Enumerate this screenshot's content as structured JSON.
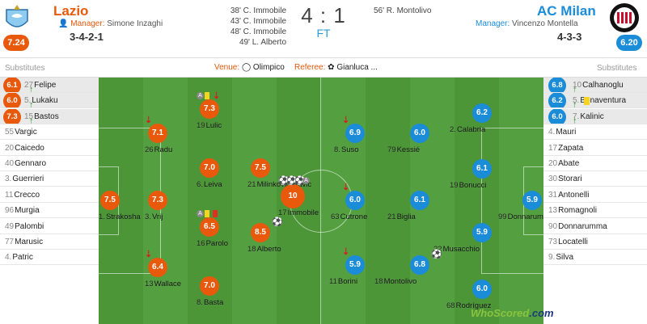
{
  "colors": {
    "home": "#e8590c",
    "away": "#1a8cd8",
    "motm": "#e8590c"
  },
  "home": {
    "name": "Lazio",
    "rating": "7.24",
    "manager_label": "Manager:",
    "manager": "Simone Inzaghi",
    "formation": "3-4-2-1",
    "crest_icon": "lazio-crest-icon",
    "events": [
      "38' C. Immobile",
      "43' C. Immobile",
      "48' C. Immobile",
      "49' L. Alberto"
    ]
  },
  "away": {
    "name": "AC Milan",
    "rating": "6.20",
    "manager_label": "Manager:",
    "manager": "Vincenzo Montella",
    "formation": "4-3-3",
    "crest_icon": "acmilan-crest-icon",
    "events": [
      "56' R. Montolivo"
    ]
  },
  "score": "4 : 1",
  "status": "FT",
  "info": {
    "venue_label": "Venue:",
    "venue": "Olimpico",
    "referee_label": "Referee:",
    "referee": "Gianluca ..."
  },
  "subs_header": "Substitutes",
  "home_subs": [
    {
      "num": "27",
      "name": "Felipe",
      "rating": "6.1",
      "icon": "sub-on-icon"
    },
    {
      "num": "5.",
      "name": "Lukaku",
      "rating": "6.0",
      "icon": "sub-on-icon"
    },
    {
      "num": "15",
      "name": "Bastos",
      "rating": "7.3",
      "icon": "sub-on-icon"
    },
    {
      "num": "55",
      "name": "Vargic"
    },
    {
      "num": "20",
      "name": "Caicedo"
    },
    {
      "num": "40",
      "name": "Gennaro"
    },
    {
      "num": "3.",
      "name": "Guerrieri"
    },
    {
      "num": "11",
      "name": "Crecco"
    },
    {
      "num": "96",
      "name": "Murgia"
    },
    {
      "num": "49",
      "name": "Palombi"
    },
    {
      "num": "77",
      "name": "Marusic"
    },
    {
      "num": "4.",
      "name": "Patric"
    }
  ],
  "away_subs": [
    {
      "num": "10",
      "name": "Calhanoglu",
      "rating": "6.8",
      "icon": "sub-on-icon"
    },
    {
      "num": "5.",
      "name": "Bonaventura",
      "rating": "6.2",
      "icon": "sub-on-icon",
      "card": "yellow"
    },
    {
      "num": "7.",
      "name": "Kalinic",
      "rating": "6.0",
      "icon": "sub-on-icon"
    },
    {
      "num": "4.",
      "name": "Mauri"
    },
    {
      "num": "17",
      "name": "Zapata"
    },
    {
      "num": "20",
      "name": "Abate"
    },
    {
      "num": "30",
      "name": "Storari"
    },
    {
      "num": "31",
      "name": "Antonelli"
    },
    {
      "num": "13",
      "name": "Romagnoli"
    },
    {
      "num": "90",
      "name": "Donnarumma"
    },
    {
      "num": "73",
      "name": "Locatelli"
    },
    {
      "num": "9.",
      "name": "Silva"
    }
  ],
  "home_players": [
    {
      "num": "1.",
      "name": "Strakosha",
      "rating": "7.5"
    },
    {
      "num": "26",
      "name": "Radu",
      "rating": "7.1",
      "icons": [
        "sub-off-icon"
      ]
    },
    {
      "num": "3.",
      "name": "Vrij",
      "rating": "7.3"
    },
    {
      "num": "13",
      "name": "Wallace",
      "rating": "6.4",
      "icons": [
        "sub-off-icon"
      ]
    },
    {
      "num": "19",
      "name": "Lulic",
      "rating": "7.3",
      "icons": [
        "assist-icon",
        "yellow-card-icon",
        "sub-off-icon"
      ]
    },
    {
      "num": "6.",
      "name": "Leiva",
      "rating": "7.0"
    },
    {
      "num": "16",
      "name": "Parolo",
      "rating": "6.5",
      "icons": [
        "assist-icon",
        "yellow-card-icon",
        "red-card-icon"
      ]
    },
    {
      "num": "8.",
      "name": "Basta",
      "rating": "7.0"
    },
    {
      "num": "21",
      "name": "Milinkovic-Savic",
      "rating": "7.5"
    },
    {
      "num": "18",
      "name": "Alberto",
      "rating": "8.5",
      "icons": [
        "goal-icon"
      ]
    },
    {
      "num": "17",
      "name": "Immobile",
      "rating": "10",
      "icons": [
        "goal-icon",
        "goal-icon",
        "goal-icon",
        "assist-icon"
      ]
    }
  ],
  "away_players": [
    {
      "num": "99",
      "name": "Donnarumma",
      "rating": "5.9"
    },
    {
      "num": "2.",
      "name": "Calabria",
      "rating": "6.2"
    },
    {
      "num": "19",
      "name": "Bonucci",
      "rating": "6.1"
    },
    {
      "num": "22",
      "name": "Musacchio",
      "rating": "5.9"
    },
    {
      "num": "68",
      "name": "Rodríguez",
      "rating": "6.0"
    },
    {
      "num": "79",
      "name": "Kessié",
      "rating": "6.0"
    },
    {
      "num": "21",
      "name": "Biglia",
      "rating": "6.1"
    },
    {
      "num": "18",
      "name": "Montolivo",
      "rating": "6.8",
      "icons": [
        "goal-icon"
      ]
    },
    {
      "num": "8.",
      "name": "Suso",
      "rating": "6.9",
      "icons": [
        "sub-off-icon"
      ]
    },
    {
      "num": "63",
      "name": "Cutrone",
      "rating": "6.0",
      "icons": [
        "sub-off-icon"
      ]
    },
    {
      "num": "11",
      "name": "Borini",
      "rating": "5.9",
      "icons": [
        "sub-off-icon"
      ]
    }
  ],
  "logo": {
    "text": "WhoScored",
    "suffix": ".com"
  }
}
